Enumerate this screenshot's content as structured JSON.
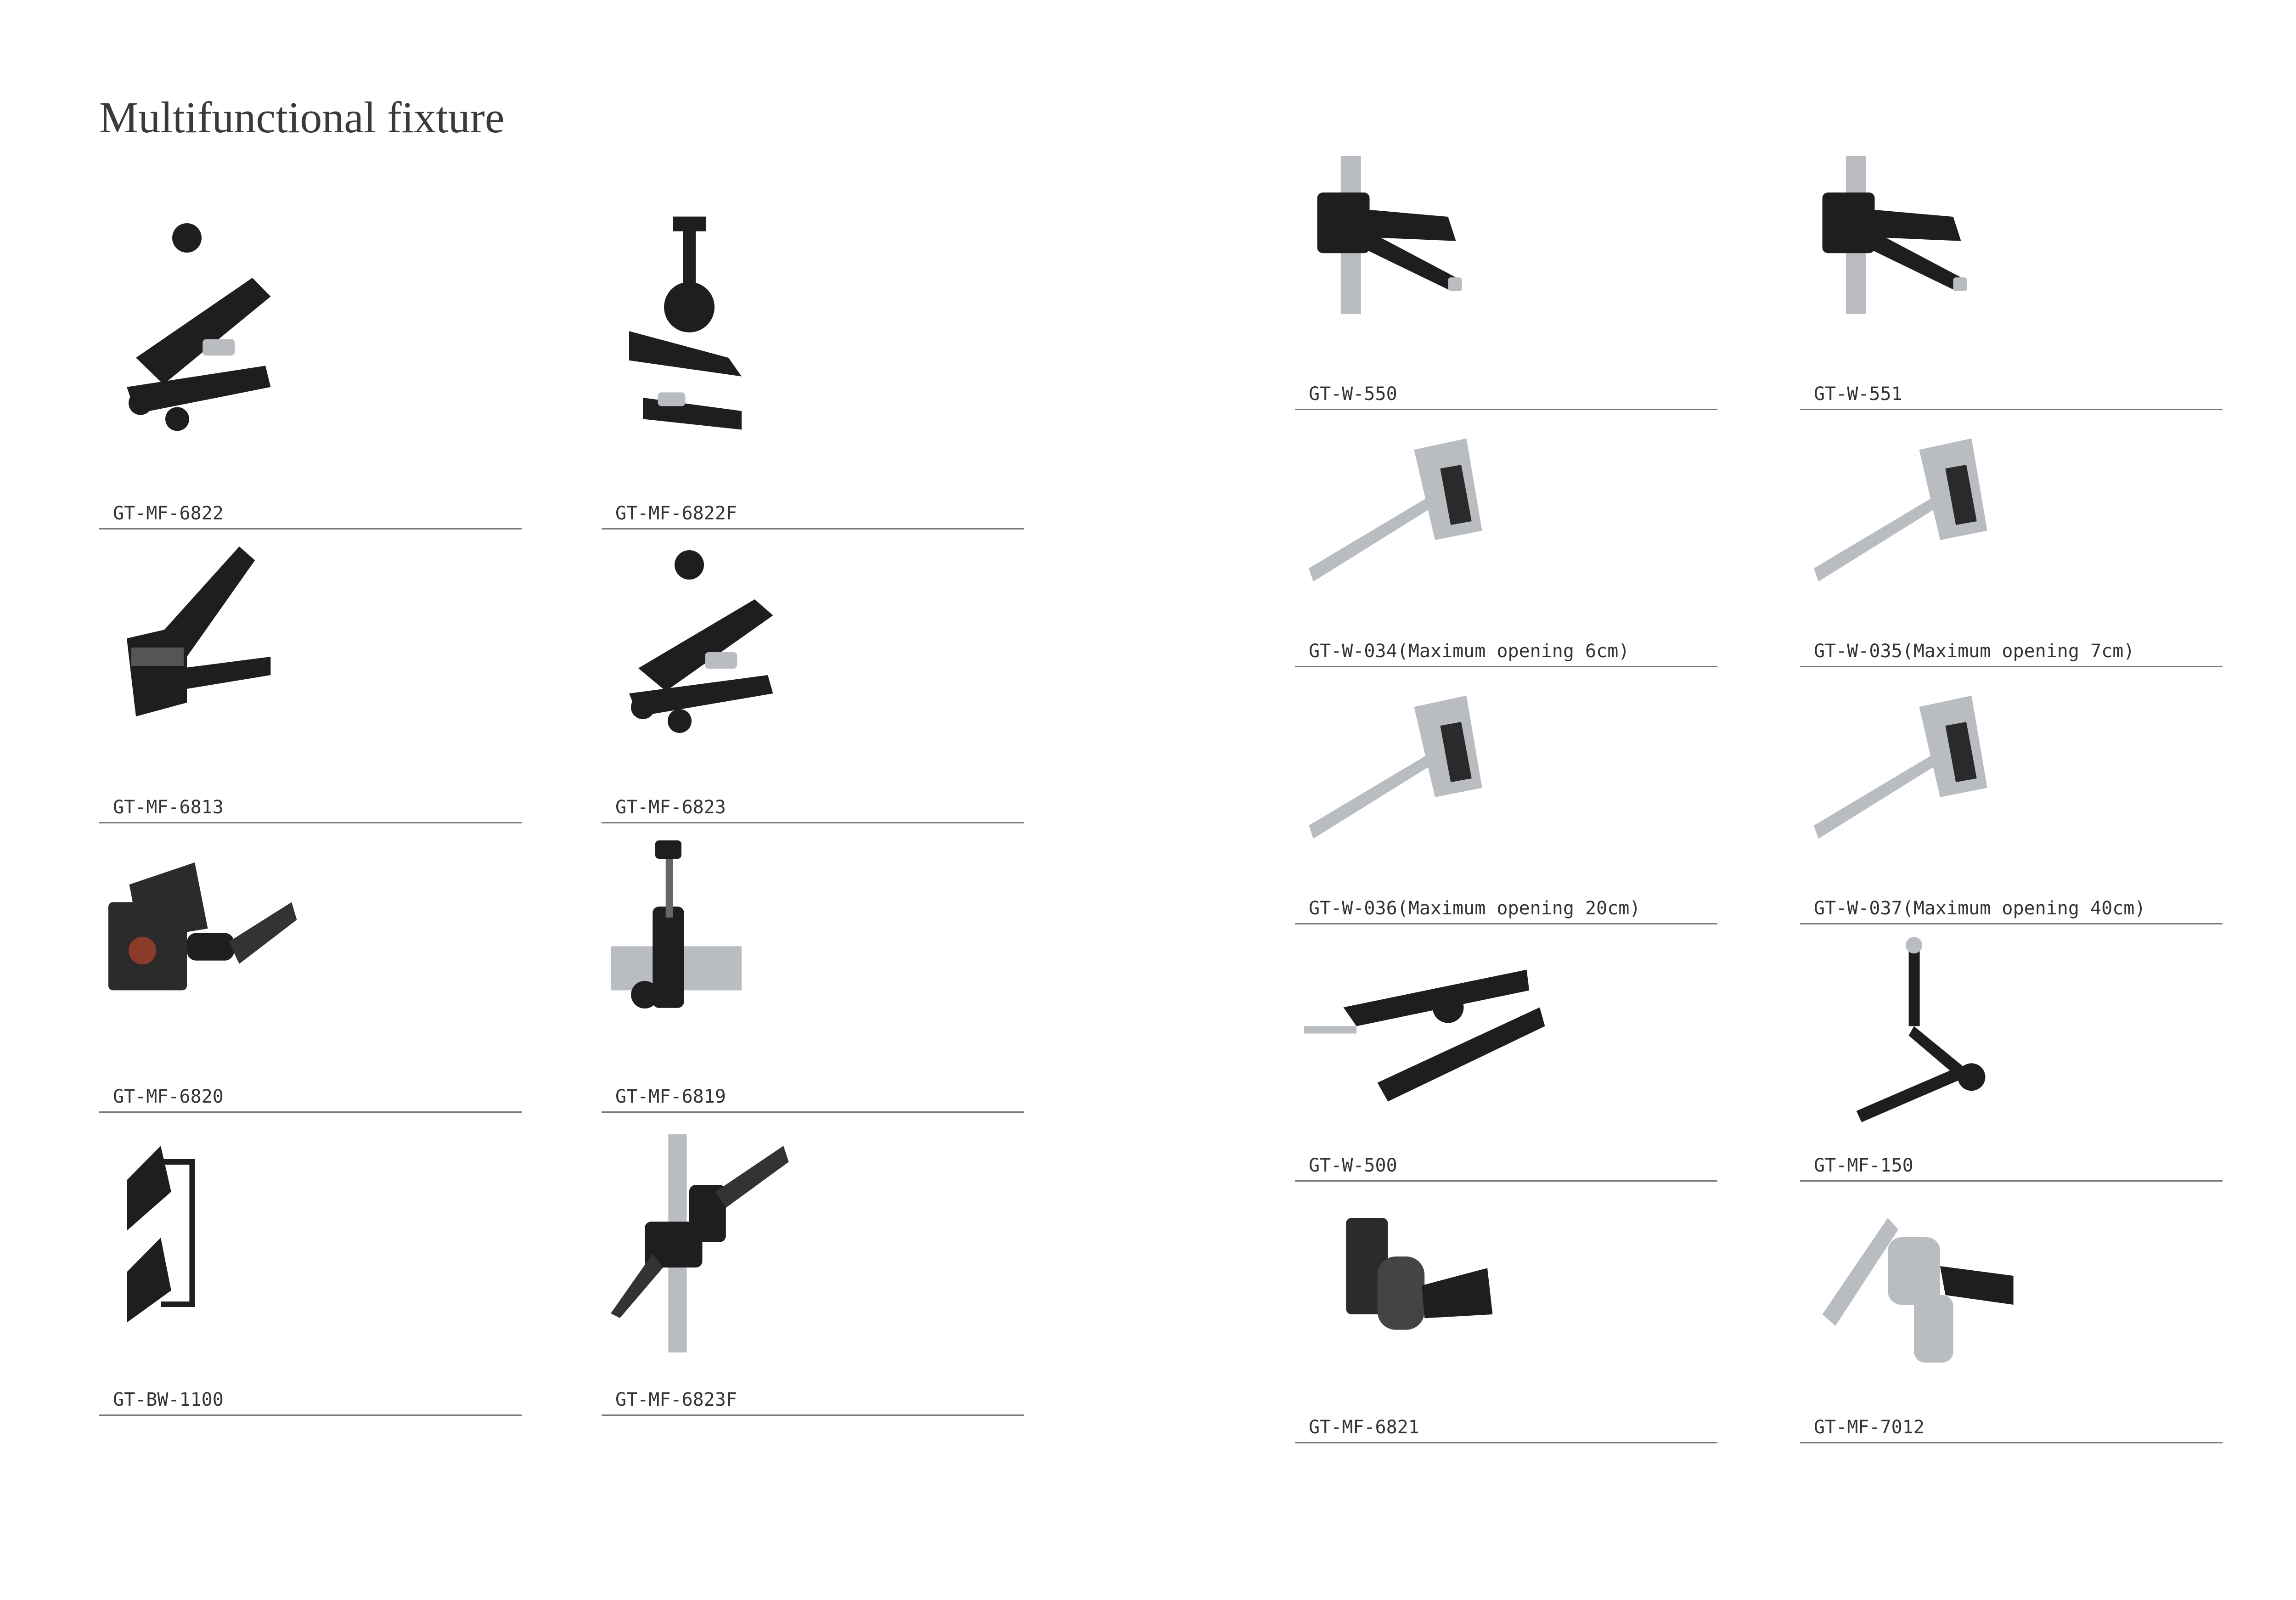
{
  "page": {
    "title": "Multifunctional fixture"
  },
  "left_products": [
    {
      "label": "GT-MF-6822",
      "icon": "spring-clamp-icon"
    },
    {
      "label": "GT-MF-6822F",
      "icon": "ball-head-clamp-icon"
    },
    {
      "label": "GT-MF-6813",
      "icon": "clip-clamp-icon"
    },
    {
      "label": "GT-MF-6823",
      "icon": "spring-clamp-icon"
    },
    {
      "label": "GT-MF-6820",
      "icon": "super-clamp-icon"
    },
    {
      "label": "GT-MF-6819",
      "icon": "pipe-clamp-icon"
    },
    {
      "label": "GT-BW-1100",
      "icon": "double-clip-icon"
    },
    {
      "label": "GT-MF-6823F",
      "icon": "stand-clamp-icon"
    }
  ],
  "right_products": [
    {
      "label": "GT-W-550",
      "icon": "stand-grip-icon"
    },
    {
      "label": "GT-W-551",
      "icon": "stand-grip-icon"
    },
    {
      "label": "GT-W-034(Maximum opening 6cm)",
      "icon": "c-clamp-icon"
    },
    {
      "label": "GT-W-035(Maximum opening 7cm)",
      "icon": "c-clamp-icon"
    },
    {
      "label": "GT-W-036(Maximum opening 20cm)",
      "icon": "c-clamp-icon"
    },
    {
      "label": "GT-W-037(Maximum opening 40cm)",
      "icon": "c-clamp-icon"
    },
    {
      "label": "GT-W-500",
      "icon": "plier-clamp-icon"
    },
    {
      "label": "GT-MF-150",
      "icon": "magic-arm-icon"
    },
    {
      "label": "GT-MF-6821",
      "icon": "swivel-clamp-icon"
    },
    {
      "label": "GT-MF-7012",
      "icon": "grip-head-icon"
    }
  ],
  "colors": {
    "product_black": "#1e1e1e",
    "product_chrome": "#b9bcc0",
    "rule": "#7a7a7a",
    "text": "#333333"
  }
}
